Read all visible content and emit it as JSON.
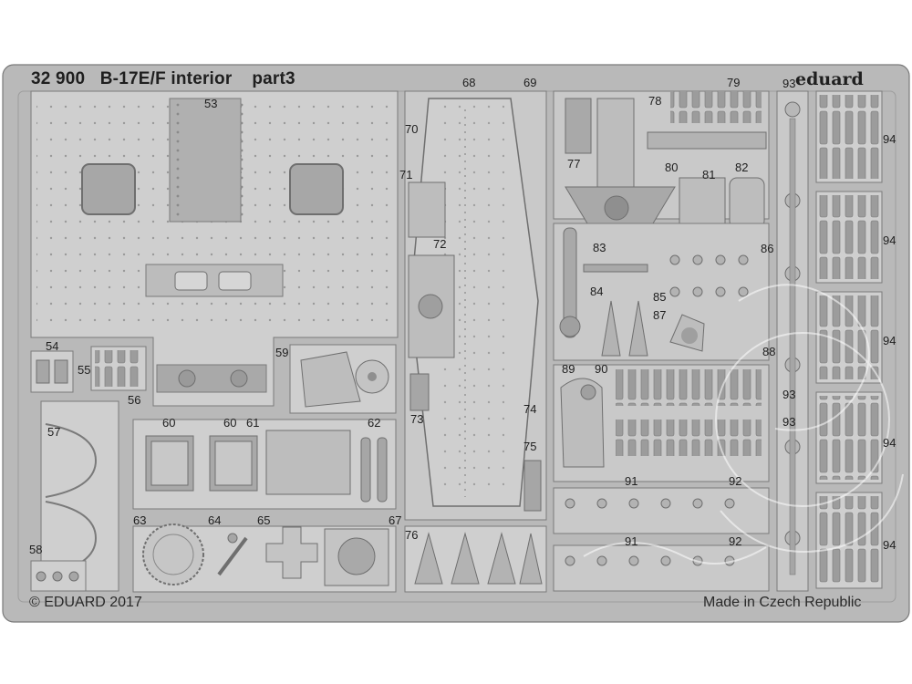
{
  "header": {
    "code": "32 900",
    "name": "B-17E/F interior",
    "part": "part3"
  },
  "brand": "eduard",
  "footer": {
    "copyright": "© EDUARD 2017",
    "origin": "Made in Czech Republic"
  },
  "part_numbers": [
    {
      "text": "53"
    },
    {
      "text": "54"
    },
    {
      "text": "55"
    },
    {
      "text": "56"
    },
    {
      "text": "57"
    },
    {
      "text": "58"
    },
    {
      "text": "59"
    },
    {
      "text": "60"
    },
    {
      "text": "60"
    },
    {
      "text": "61"
    },
    {
      "text": "62"
    },
    {
      "text": "63"
    },
    {
      "text": "64"
    },
    {
      "text": "65"
    },
    {
      "text": "67"
    },
    {
      "text": "68"
    },
    {
      "text": "69"
    },
    {
      "text": "70"
    },
    {
      "text": "71"
    },
    {
      "text": "72"
    },
    {
      "text": "73"
    },
    {
      "text": "74"
    },
    {
      "text": "75"
    },
    {
      "text": "76"
    },
    {
      "text": "77"
    },
    {
      "text": "78"
    },
    {
      "text": "79"
    },
    {
      "text": "80"
    },
    {
      "text": "81"
    },
    {
      "text": "82"
    },
    {
      "text": "83"
    },
    {
      "text": "84"
    },
    {
      "text": "85"
    },
    {
      "text": "86"
    },
    {
      "text": "87"
    },
    {
      "text": "88"
    },
    {
      "text": "89"
    },
    {
      "text": "90"
    },
    {
      "text": "91"
    },
    {
      "text": "92"
    },
    {
      "text": "91"
    },
    {
      "text": "92"
    },
    {
      "text": "93"
    },
    {
      "text": "93"
    },
    {
      "text": "93"
    },
    {
      "text": "94"
    },
    {
      "text": "94"
    },
    {
      "text": "94"
    },
    {
      "text": "94"
    },
    {
      "text": "94"
    }
  ],
  "colors": {
    "sheet": "#b9b9b9",
    "part_light": "#cfcfcf",
    "part_dark": "#a6a6a6",
    "edge": "#6e6e6e"
  }
}
